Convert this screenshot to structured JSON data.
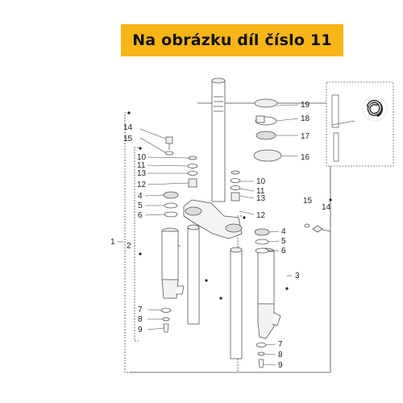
{
  "banner": {
    "text": "Na obrázku díl číslo 11"
  },
  "labels": {
    "l1": "1",
    "l2": "2",
    "l3": "3",
    "l4a": "4",
    "l5a": "5",
    "l6a": "6",
    "l4b": "4",
    "l5b": "5",
    "l6b": "6",
    "l7a": "7",
    "l8a": "8",
    "l9a": "9",
    "l7b": "7",
    "l8b": "8",
    "l9b": "9",
    "l10a": "10",
    "l11a": "11",
    "l13a": "13",
    "l12a": "12",
    "l10b": "10",
    "l11b": "11",
    "l13b": "13",
    "l12b": "12",
    "l14a": "14",
    "l15a": "15",
    "l14b": "14",
    "l15b": "15",
    "l16": "16",
    "l17": "17",
    "l18": "18",
    "l19": "19"
  },
  "colors": {
    "banner": "#f7b518",
    "line": "#333333",
    "part": "#555555"
  }
}
